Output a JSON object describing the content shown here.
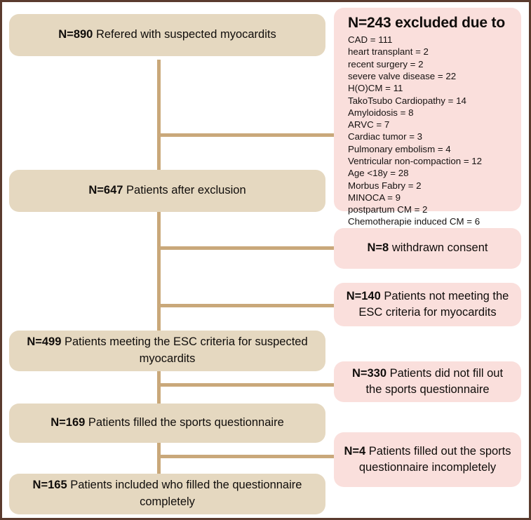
{
  "figure": {
    "type": "flow-diagram",
    "title": "Patient inclusion flow chart",
    "colors": {
      "main_box_fill": "#e5d8c0",
      "exclusion_box_fill": "#fadfdc",
      "connector_line": "#c9a87a",
      "frame_border": "#5a3b2e",
      "text": "#100d0b",
      "background": "#ffffff"
    }
  },
  "main_nodes": [
    {
      "n": "N=890",
      "text": " Refered with suspected myocardits"
    },
    {
      "n": "N=647",
      "text": " Patients after exclusion"
    },
    {
      "n": "N=499",
      "text": " Patients meeting the ESC criteria for suspected myocardits"
    },
    {
      "n": "N=169",
      "text": " Patients filled the sports questionnaire"
    },
    {
      "n": "N=165",
      "text": " Patients included who filled the questionnaire completely"
    }
  ],
  "exclusion_nodes": [
    {
      "n": "N=8",
      "text": " withdrawn consent"
    },
    {
      "n": "N=140",
      "text": " Patients not meeting the ESC criteria for myocardits"
    },
    {
      "n": "N=330",
      "text": " Patients did not fill out the sports questionnaire"
    },
    {
      "n": "N=4",
      "text": " Patients filled out the sports questionnaire incompletely"
    }
  ],
  "exclusion_detail": {
    "title": "N=243 excluded due to",
    "items": [
      "CAD = 111",
      "heart transplant = 2",
      "recent surgery = 2",
      "severe valve disease = 22",
      "H(O)CM = 11",
      "TakoTsubo Cardiopathy = 14",
      "Amyloidosis = 8",
      "ARVC = 7",
      "Cardiac tumor = 3",
      "Pulmonary embolism = 4",
      "Ventricular non-compaction = 12",
      "Age <18y = 28",
      "Morbus Fabry = 2",
      "MINOCA = 9",
      "postpartum CM = 2",
      "Chemotherapie induced CM = 6"
    ]
  }
}
